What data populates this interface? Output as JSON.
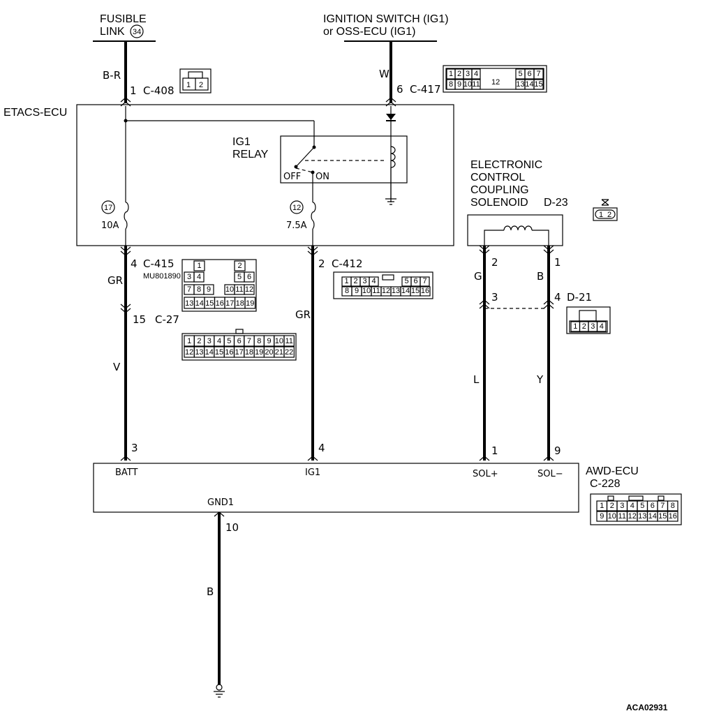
{
  "sources": {
    "fusible_link": {
      "line1": "FUSIBLE",
      "line2": "LINK",
      "number": "34"
    },
    "ignition": {
      "line1": "IGNITION SWITCH (IG1)",
      "line2": "or OSS-ECU (IG1)"
    }
  },
  "etacs": {
    "title": "ETACS-ECU",
    "relay_line1": "IG1",
    "relay_line2": "RELAY",
    "relay_off": "OFF",
    "relay_on": "ON",
    "fuse17_num": "17",
    "fuse17_amp": "10A",
    "fuse12_num": "12",
    "fuse12_amp": "7.5A"
  },
  "solenoid": {
    "line1": "ELECTRONIC",
    "line2": "CONTROL",
    "line3": "COUPLING",
    "line4": "SOLENOID",
    "code": "D-23"
  },
  "awd": {
    "title": "AWD-ECU",
    "code": "C-228",
    "batt": "BATT",
    "ig1": "IG1",
    "sol_plus": "SOL+",
    "sol_minus": "SOL−",
    "gnd": "GND1"
  },
  "wires": {
    "b_r": "B-R",
    "w": "W",
    "gr1": "GR",
    "v": "V",
    "gr2": "GR",
    "g": "G",
    "b1": "B",
    "l": "L",
    "y": "Y",
    "b2": "B"
  },
  "pins": {
    "p1_c408": "1",
    "c408": "C-408",
    "p6_c417": "6",
    "c417": "C-417",
    "p4_c415": "4",
    "c415": "C-415",
    "mu": "MU801890",
    "p15_c27": "15",
    "c27": "C-27",
    "p2_c412": "2",
    "c412": "C-412",
    "p2_sol": "2",
    "p1_sol": "1",
    "p3_d21": "3",
    "p4_d21": "4",
    "d21": "D-21",
    "p3_awd": "3",
    "p4_awd": "4",
    "p1_awd": "1",
    "p9_awd": "9",
    "p10_awd": "10"
  },
  "connectors": {
    "c408": {
      "row1": [
        "1",
        "2"
      ]
    },
    "c417": {
      "row1": [
        "1",
        "2",
        "3",
        "4",
        "5",
        "6",
        "7"
      ],
      "row2": [
        "8",
        "9",
        "10",
        "11",
        "13",
        "14",
        "15"
      ],
      "mid": "12"
    },
    "c415": {
      "r1": [
        "1",
        "2"
      ],
      "r2": [
        "3",
        "4",
        "5",
        "6"
      ],
      "r3": [
        "7",
        "8",
        "9",
        "10",
        "11",
        "12"
      ],
      "r4": [
        "13",
        "14",
        "15",
        "16",
        "17",
        "18",
        "19"
      ]
    },
    "c27": {
      "row1": [
        "1",
        "2",
        "3",
        "4",
        "5",
        "6",
        "7",
        "8",
        "9",
        "10",
        "11"
      ],
      "row2": [
        "12",
        "13",
        "14",
        "15",
        "16",
        "17",
        "18",
        "19",
        "20",
        "21",
        "22"
      ]
    },
    "c412": {
      "row1": [
        "1",
        "2",
        "3",
        "4",
        "5",
        "6",
        "7"
      ],
      "row2": [
        "8",
        "9",
        "10",
        "11",
        "12",
        "13",
        "14",
        "15",
        "16"
      ]
    },
    "d21": {
      "row1": [
        "1",
        "2",
        "3",
        "4"
      ]
    },
    "d23": {
      "row1": [
        "1",
        "2"
      ]
    },
    "c228": {
      "row1": [
        "1",
        "2",
        "3",
        "4",
        "5",
        "6",
        "7",
        "8"
      ],
      "row2": [
        "9",
        "10",
        "11",
        "12",
        "13",
        "14",
        "15",
        "16"
      ]
    }
  },
  "figure_code": "ACA02931"
}
